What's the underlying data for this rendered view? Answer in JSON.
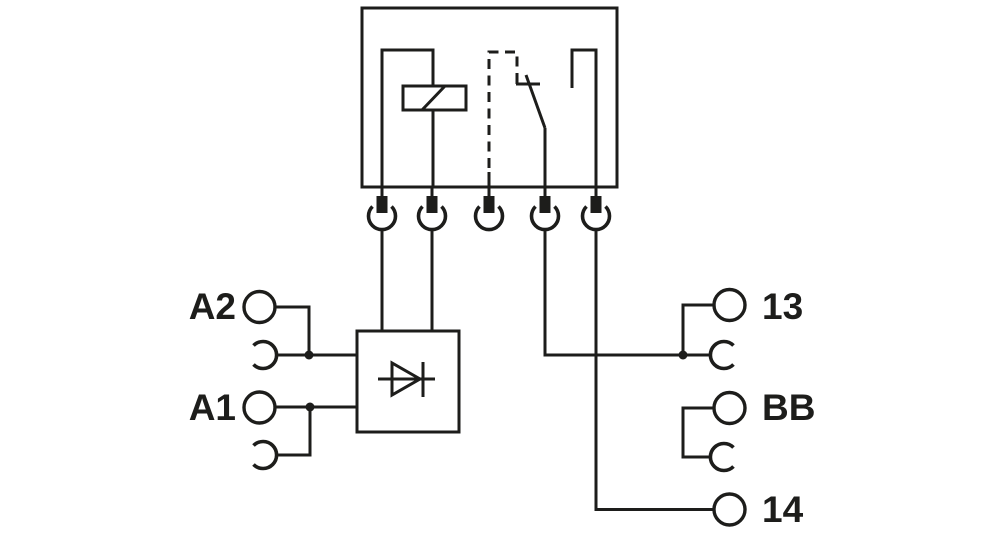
{
  "colors": {
    "line": "#1d1d1b",
    "background": "#ffffff"
  },
  "terminals": {
    "left": [
      {
        "label": "A2"
      },
      {
        "label": "A1"
      }
    ],
    "right": [
      {
        "label": "13"
      },
      {
        "label": "BB"
      },
      {
        "label": "14"
      }
    ]
  }
}
